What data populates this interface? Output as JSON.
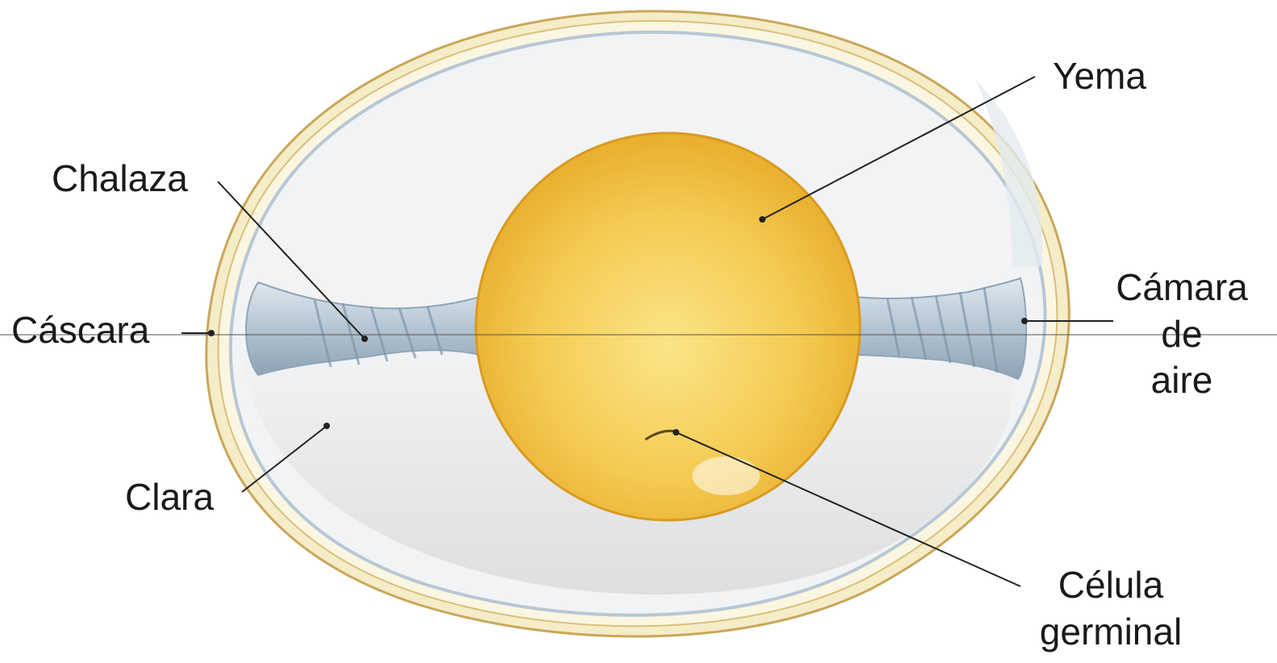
{
  "labels": {
    "yema": "Yema",
    "chalaza": "Chalaza",
    "cascara": "Cáscara",
    "camara_line1": "Cámara",
    "camara_line2": "de",
    "camara_line3": "aire",
    "clara": "Clara",
    "celula_line1": "Célula",
    "celula_line2": "germinal"
  },
  "colors": {
    "shell": "#e9d9a0",
    "membrane": "#c8d3dc",
    "white": "#eef1f3",
    "yolk": "#f2c24a",
    "chalaza": "#aebfce"
  }
}
